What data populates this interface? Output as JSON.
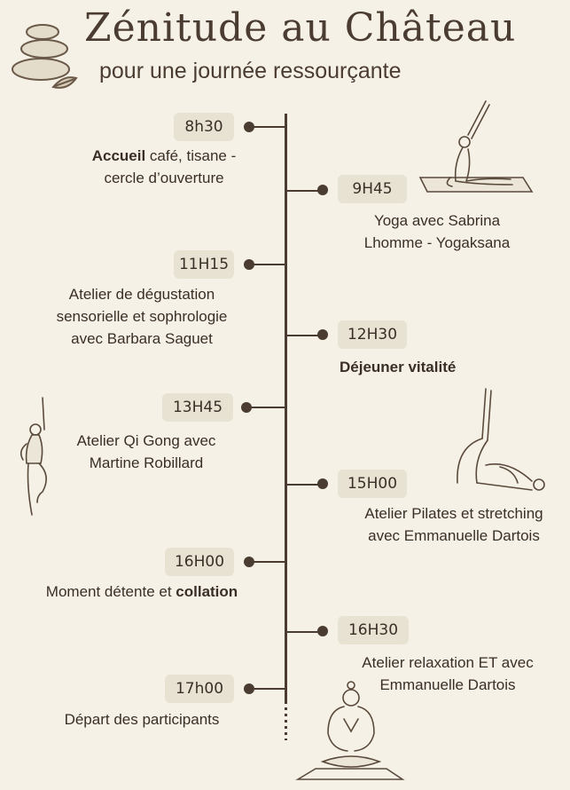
{
  "header": {
    "title": "Zénitude au Château",
    "subtitle": "pour une journée ressourçante"
  },
  "events": [
    {
      "time": "8h30",
      "desc_bold": "Accueil",
      "desc_rest": " café, tisane -",
      "desc_line2": "cercle d’ouverture"
    },
    {
      "time": "9H45",
      "desc_line1": "Yoga avec Sabrina",
      "desc_line2": "Lhomme - Yogaksana"
    },
    {
      "time": "11H15",
      "desc_line1": "Atelier de dégustation",
      "desc_line2": "sensorielle et sophrologie",
      "desc_line3": "avec Barbara Saguet"
    },
    {
      "time": "12H30",
      "desc_bold": "Déjeuner vitalité"
    },
    {
      "time": "13H45",
      "desc_line1": "Atelier Qi Gong avec",
      "desc_line2": "Martine Robillard"
    },
    {
      "time": "15H00",
      "desc_line1": "Atelier Pilates et stretching",
      "desc_line2": "avec Emmanuelle Dartois"
    },
    {
      "time": "16H00",
      "desc_pre": "Moment détente et ",
      "desc_bold": "collation"
    },
    {
      "time": "16H30",
      "desc_line1": "Atelier relaxation ET  avec",
      "desc_line2": "Emmanuelle Dartois"
    },
    {
      "time": "17h00",
      "desc_line1": "Départ des participants"
    }
  ],
  "icons": {
    "stones": "zen-stones-icon",
    "yoga_bridge": "yoga-pose-illustration",
    "qigong": "qigong-figure-illustration",
    "pilates": "pilates-pose-illustration",
    "meditation": "meditation-figure-illustration"
  },
  "colors": {
    "background": "#f6f1e6",
    "ink": "#4a3c31",
    "badge": "#e8e2d2"
  }
}
